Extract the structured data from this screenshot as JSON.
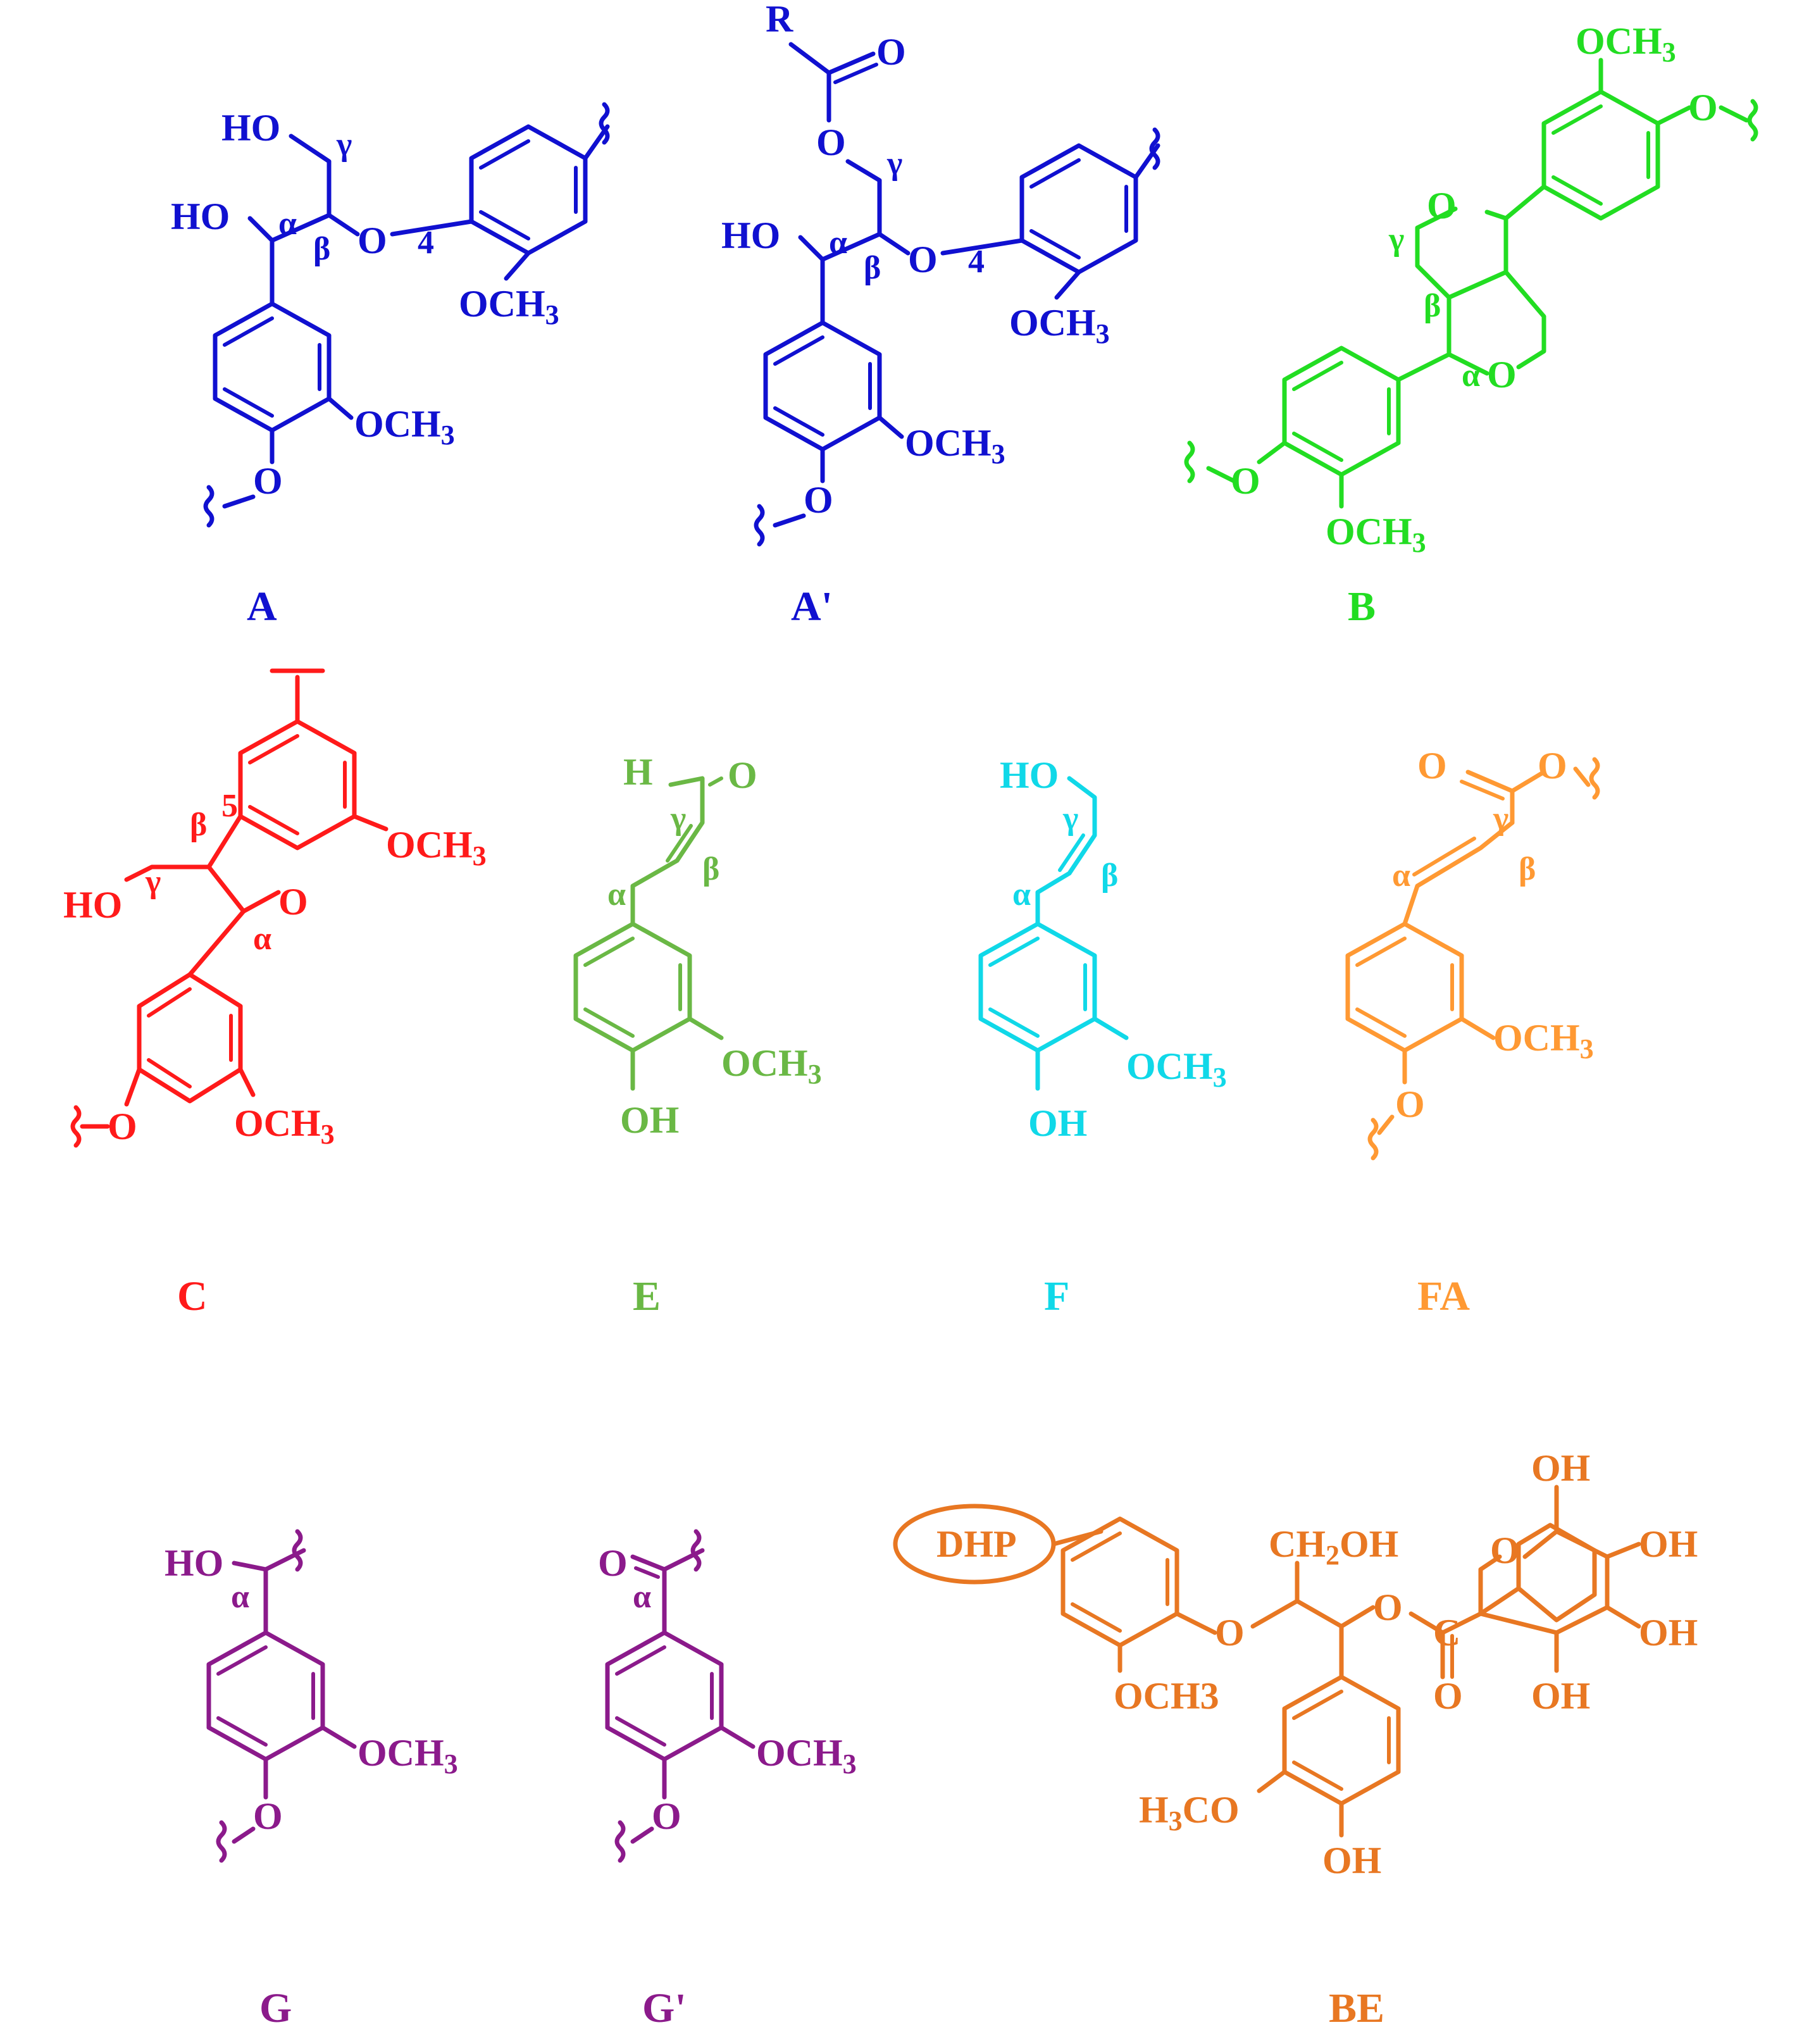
{
  "structures": {
    "A": {
      "caption": "A",
      "color": "#1010d0",
      "labels": {
        "ho_gamma": "HO",
        "ho_alpha": "HO",
        "o_ether": "O",
        "o_bottom": "O",
        "och3_a": "OCH",
        "och3_b": "OCH",
        "gamma": "γ",
        "alpha": "α",
        "beta": "β",
        "four": "4",
        "sub3": "3"
      }
    },
    "A_prime": {
      "caption": "A'",
      "color": "#1010d0",
      "labels": {
        "r": "R",
        "o_carbonyl": "O",
        "o_ester": "O",
        "ho_alpha": "HO",
        "o_ether": "O",
        "o_bottom": "O",
        "och3_a": "OCH",
        "och3_b": "OCH",
        "gamma": "γ",
        "alpha": "α",
        "beta": "β",
        "four": "4",
        "sub3": "3"
      }
    },
    "B": {
      "caption": "B",
      "color": "#22dd22",
      "labels": {
        "och3_top": "OCH",
        "o_top": "O",
        "o_ring1": "O",
        "o_ring2": "O",
        "o_left": "O",
        "och3_bottom": "OCH",
        "gamma": "γ",
        "beta": "β",
        "alpha": "α",
        "sub3": "3"
      }
    },
    "C": {
      "caption": "C",
      "color": "#ff1a1a",
      "labels": {
        "och3_top": "OCH",
        "five": "5",
        "beta": "β",
        "gamma": "γ",
        "alpha": "α",
        "ho": "HO",
        "o_ring": "O",
        "o_left": "O",
        "och3_bottom": "OCH",
        "sub3": "3"
      }
    },
    "E": {
      "caption": "E",
      "color": "#6ab845",
      "labels": {
        "h": "H",
        "o": "O",
        "gamma": "γ",
        "beta": "β",
        "alpha": "α",
        "och3": "OCH",
        "oh": "OH",
        "sub3": "3"
      }
    },
    "F": {
      "caption": "F",
      "color": "#10d8e8",
      "labels": {
        "ho": "HO",
        "gamma": "γ",
        "beta": "β",
        "alpha": "α",
        "och3": "OCH",
        "oh": "OH",
        "sub3": "3"
      }
    },
    "FA": {
      "caption": "FA",
      "color": "#ff9933",
      "labels": {
        "o_carbonyl": "O",
        "o_ester": "O",
        "gamma": "γ",
        "beta": "β",
        "alpha": "α",
        "och3": "OCH",
        "o_bottom": "O",
        "sub3": "3"
      }
    },
    "G": {
      "caption": "G",
      "color": "#8b1a8b",
      "labels": {
        "ho": "HO",
        "alpha": "α",
        "och3": "OCH",
        "o_bottom": "O",
        "sub3": "3"
      }
    },
    "G_prime": {
      "caption": "G'",
      "color": "#8b1a8b",
      "labels": {
        "o_carbonyl": "O",
        "alpha": "α",
        "och3": "OCH",
        "o_bottom": "O",
        "sub3": "3"
      }
    },
    "BE": {
      "caption": "BE",
      "color": "#e87722",
      "labels": {
        "dhp": "DHP",
        "ch2oh": "CH",
        "ch2oh_sub": "2",
        "ch2oh_tail": "OH",
        "o_ring": "O",
        "oh1": "OH",
        "oh2": "OH",
        "oh3": "OH",
        "oh4": "OH",
        "o_ether": "O",
        "o_ester": "O",
        "c_carbonyl": "C",
        "o_carbonyl": "O",
        "och3": "OCH3",
        "h3co": "H",
        "h3co_sub": "3",
        "h3co_tail": "CO",
        "oh_bottom": "OH"
      }
    }
  }
}
